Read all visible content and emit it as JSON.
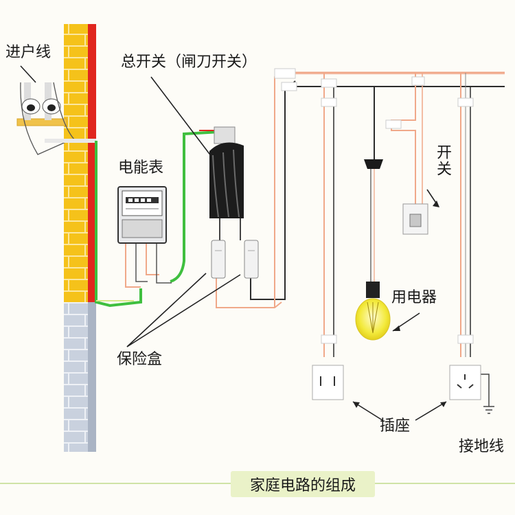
{
  "labels": {
    "service_line": "进户线",
    "main_switch": "总开关（闸刀开关）",
    "meter": "电能表",
    "switch": "开关",
    "appliance": "用电器",
    "fuse_box": "保险盒",
    "socket": "插座",
    "ground_wire": "接地线"
  },
  "caption": "家庭电路的组成",
  "colors": {
    "brick_yellow": "#f5c21a",
    "brick_red": "#e0261f",
    "brick_gray": "#c8d0dc",
    "live_wire": "#f0a889",
    "green_wire": "#3fbf3f",
    "dark_wire": "#2b2b2b",
    "bulb": "#f3ea3c"
  }
}
